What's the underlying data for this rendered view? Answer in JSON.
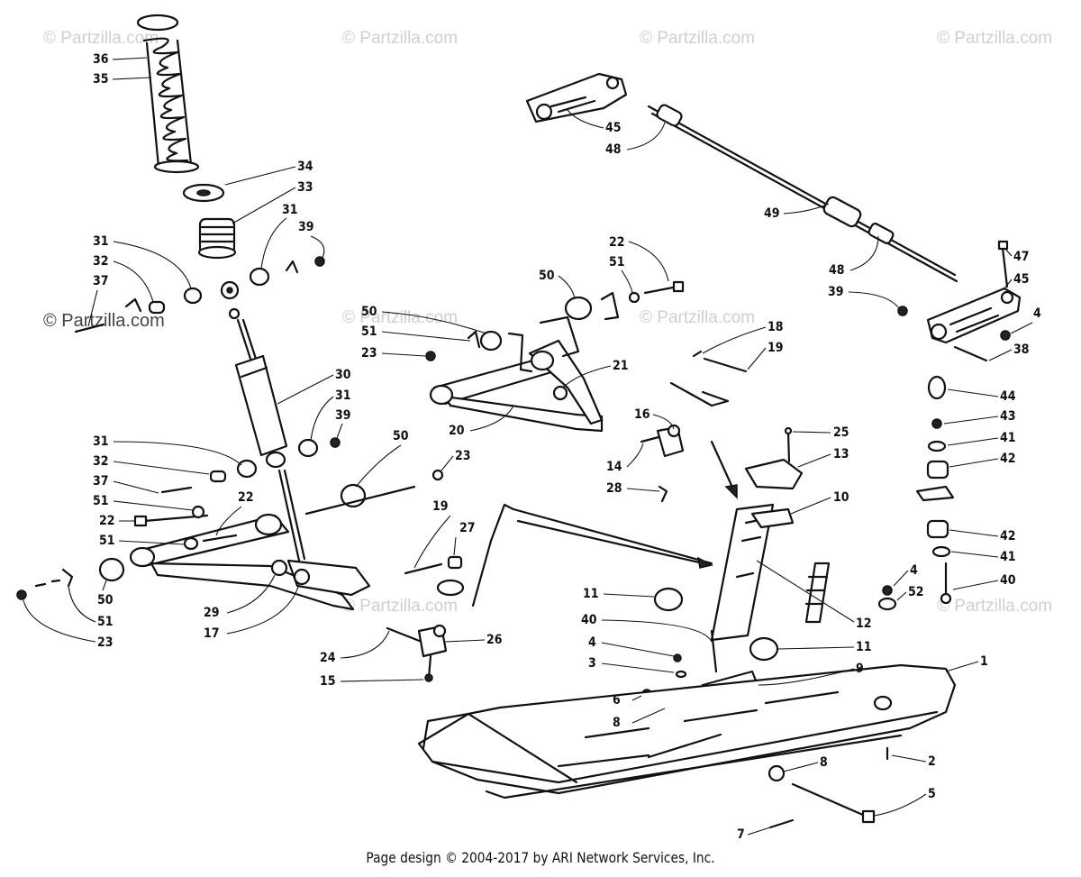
{
  "watermarks": [
    "© Partzilla.com",
    "© Partzilla.com",
    "© Partzilla.com",
    "© Partzilla.com",
    "© Partzilla.com",
    "© Partzilla.com",
    "© Partzilla.com",
    "© Partzilla.com"
  ],
  "watermark_main": "© Partzilla.com",
  "footer": "Page design © 2004-2017 by ARI Network Services, Inc.",
  "callouts": [
    "36",
    "35",
    "34",
    "33",
    "31",
    "39",
    "31",
    "32",
    "37",
    "30",
    "31",
    "39",
    "31",
    "32",
    "37",
    "51",
    "22",
    "22",
    "51",
    "50",
    "51",
    "23",
    "29",
    "17",
    "24",
    "15",
    "26",
    "50",
    "23",
    "50",
    "51",
    "23",
    "20",
    "21",
    "22",
    "51",
    "50",
    "16",
    "14",
    "28",
    "19",
    "27",
    "18",
    "19",
    "25",
    "13",
    "10",
    "12",
    "11",
    "40",
    "4",
    "3",
    "11",
    "9",
    "6",
    "8",
    "1",
    "8",
    "2",
    "5",
    "7",
    "45",
    "48",
    "49",
    "48",
    "47",
    "45",
    "39",
    "4",
    "38",
    "44",
    "43",
    "41",
    "42",
    "42",
    "41",
    "40",
    "4",
    "52"
  ]
}
